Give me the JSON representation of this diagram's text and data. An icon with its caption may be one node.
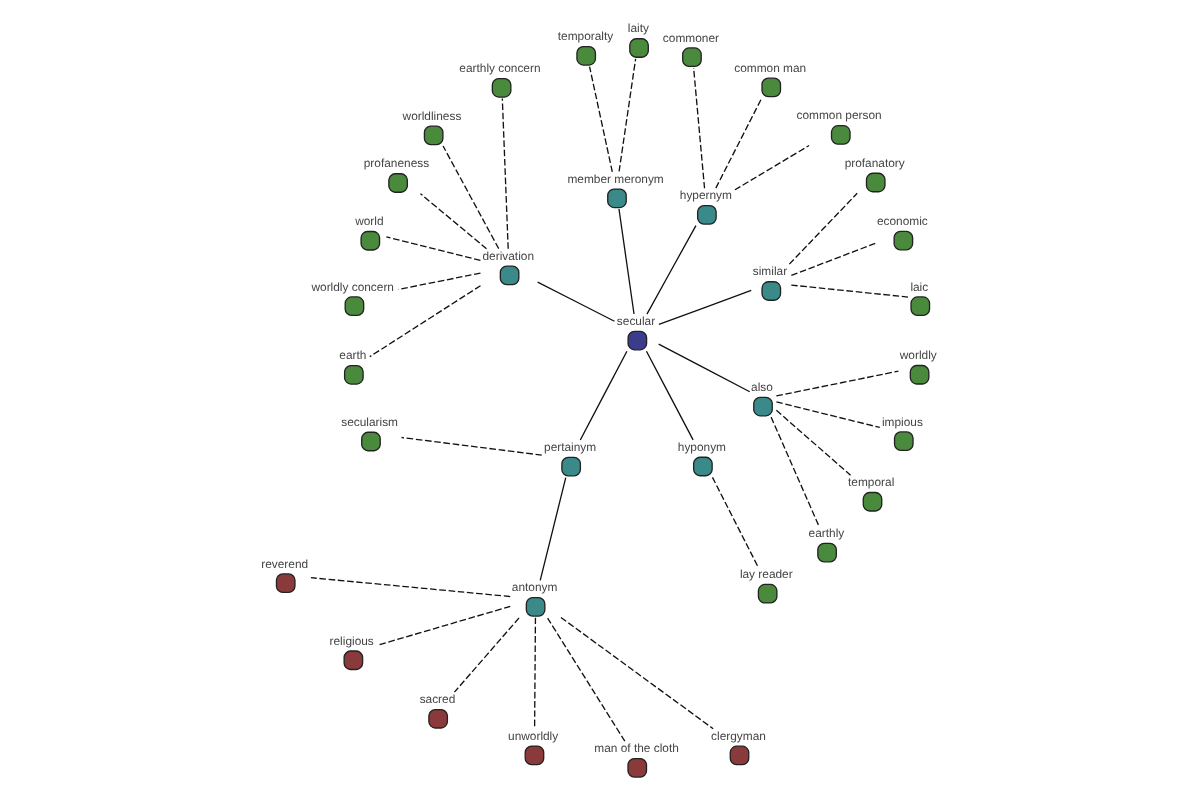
{
  "diagram": {
    "nodes": [
      {
        "text": [
          "secular"
        ]
      },
      {
        "text": [
          "similar"
        ]
      },
      {
        "text": [
          "laic"
        ]
      },
      {
        "text": [
          "economic"
        ]
      },
      {
        "text": [
          "profanatory"
        ]
      },
      {
        "text": [
          "hypernym"
        ]
      },
      {
        "text": [
          "common person"
        ]
      },
      {
        "text": [
          "common man"
        ]
      },
      {
        "text": [
          "commoner"
        ]
      },
      {
        "text": [
          "member meronym"
        ]
      },
      {
        "text": [
          "laity"
        ]
      },
      {
        "text": [
          "temporalty"
        ]
      },
      {
        "text": [
          "derivation"
        ]
      },
      {
        "text": [
          "earthly concern"
        ]
      },
      {
        "text": [
          "worldliness"
        ]
      },
      {
        "text": [
          "profaneness"
        ]
      },
      {
        "text": [
          "world"
        ]
      },
      {
        "text": [
          "worldly concern"
        ]
      },
      {
        "text": [
          "earth"
        ]
      },
      {
        "text": [
          "pertainym"
        ]
      },
      {
        "text": [
          "secularism"
        ]
      },
      {
        "text": [
          "hyponym"
        ]
      },
      {
        "text": [
          "lay reader"
        ]
      },
      {
        "text": [
          "also"
        ]
      },
      {
        "text": [
          "earthly"
        ]
      },
      {
        "text": [
          "temporal"
        ]
      },
      {
        "text": [
          "impious"
        ]
      },
      {
        "text": [
          "worldly"
        ]
      },
      {
        "text": [
          "antonym"
        ]
      },
      {
        "text": [
          "reverend"
        ]
      },
      {
        "text": [
          "religious"
        ]
      },
      {
        "text": [
          "sacred"
        ]
      },
      {
        "text": [
          "unworldly"
        ]
      },
      {
        "text": [
          "man of the cloth"
        ]
      },
      {
        "text": [
          "clergyman"
        ]
      }
    ],
    "edges": [
      {
        "from": 0,
        "to": 1,
        "arrow": "none"
      },
      {
        "from": 1,
        "to": 2,
        "arrow": "none",
        "style": "dashed"
      },
      {
        "from": 1,
        "to": 3,
        "arrow": "none",
        "style": "dashed"
      },
      {
        "from": 1,
        "to": 4,
        "arrow": "none",
        "style": "dashed"
      },
      {
        "from": 0,
        "to": 5,
        "arrow": "none"
      },
      {
        "from": 5,
        "to": 6,
        "arrow": "none",
        "style": "dashed"
      },
      {
        "from": 5,
        "to": 7,
        "arrow": "none",
        "style": "dashed"
      },
      {
        "from": 5,
        "to": 8,
        "arrow": "none",
        "style": "dashed"
      },
      {
        "from": 0,
        "to": 9,
        "arrow": "none"
      },
      {
        "from": 9,
        "to": 10,
        "arrow": "none",
        "style": "dashed"
      },
      {
        "from": 9,
        "to": 11,
        "arrow": "none",
        "style": "dashed"
      },
      {
        "from": 0,
        "to": 12,
        "arrow": "none"
      },
      {
        "from": 12,
        "to": 13,
        "arrow": "none",
        "style": "dashed"
      },
      {
        "from": 12,
        "to": 14,
        "arrow": "none",
        "style": "dashed"
      },
      {
        "from": 12,
        "to": 15,
        "arrow": "none",
        "style": "dashed"
      },
      {
        "from": 12,
        "to": 16,
        "arrow": "none",
        "style": "dashed"
      },
      {
        "from": 12,
        "to": 17,
        "arrow": "none",
        "style": "dashed"
      },
      {
        "from": 12,
        "to": 18,
        "arrow": "none",
        "style": "dashed"
      },
      {
        "from": 0,
        "to": 19,
        "arrow": "none"
      },
      {
        "from": 19,
        "to": 20,
        "arrow": "none",
        "style": "dashed"
      },
      {
        "from": 19,
        "to": 28,
        "arrow": "none"
      },
      {
        "from": 0,
        "to": 21,
        "arrow": "none"
      },
      {
        "from": 21,
        "to": 22,
        "arrow": "none",
        "style": "dashed"
      },
      {
        "from": 0,
        "to": 23,
        "arrow": "none"
      },
      {
        "from": 23,
        "to": 24,
        "arrow": "none",
        "style": "dashed"
      },
      {
        "from": 23,
        "to": 25,
        "arrow": "none",
        "style": "dashed"
      },
      {
        "from": 23,
        "to": 26,
        "arrow": "none",
        "style": "dashed"
      },
      {
        "from": 23,
        "to": 27,
        "arrow": "none",
        "style": "dashed"
      },
      {
        "from": 28,
        "to": 29,
        "arrow": "none",
        "style": "dashed"
      },
      {
        "from": 28,
        "to": 30,
        "arrow": "none",
        "style": "dashed"
      },
      {
        "from": 28,
        "to": 31,
        "arrow": "none",
        "style": "dashed"
      },
      {
        "from": 28,
        "to": 32,
        "arrow": "none",
        "style": "dashed"
      },
      {
        "from": 28,
        "to": 33,
        "arrow": "none",
        "style": "dashed"
      },
      {
        "from": 28,
        "to": 34,
        "arrow": "none",
        "style": "dashed"
      }
    ]
  }
}
